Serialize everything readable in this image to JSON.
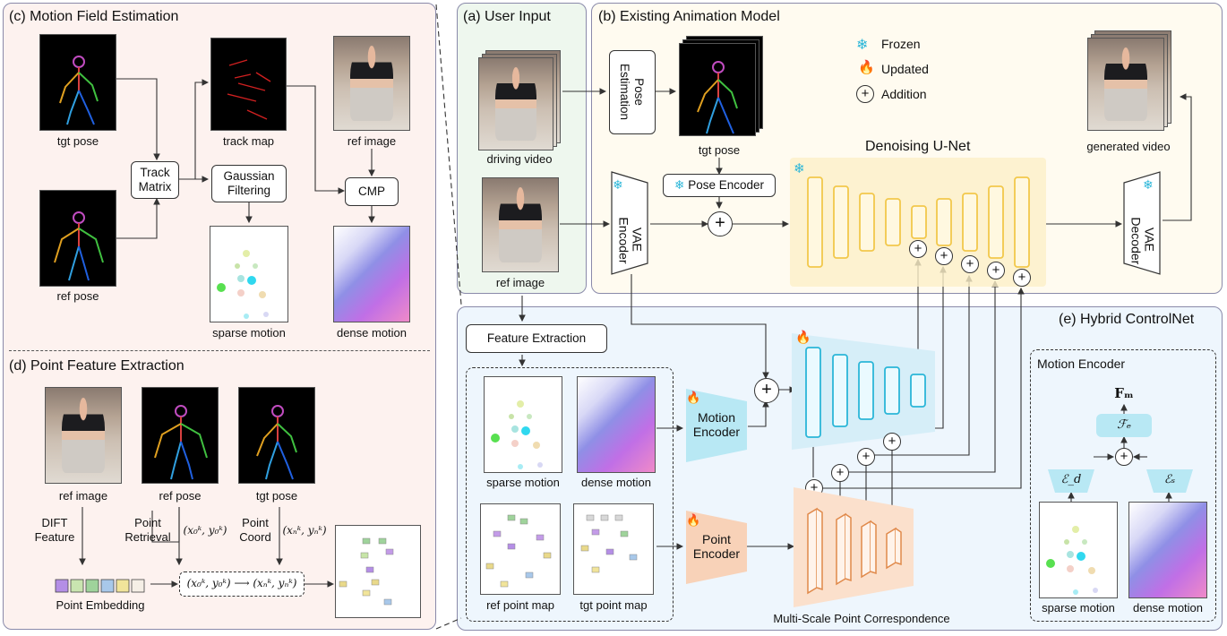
{
  "panels": {
    "c_title": "(c) Motion Field Estimation",
    "d_title": "(d) Point Feature Extraction",
    "a_title": "(a) User Input",
    "b_title": "(b) Existing Animation Model",
    "e_title": "(e) Hybrid ControlNet"
  },
  "labels": {
    "tgt_pose": "tgt pose",
    "ref_pose": "ref pose",
    "track_map": "track map",
    "ref_image": "ref image",
    "sparse_motion": "sparse motion",
    "dense_motion": "dense motion",
    "driving_video": "driving video",
    "generated_video": "generated video",
    "ref_point_map": "ref point map",
    "tgt_point_map": "tgt point map",
    "point_embedding": "Point Embedding",
    "multi_scale": "Multi-Scale Point Correspondence",
    "denoising_unet": "Denoising U-Net",
    "motion_encoder_title": "Motion Encoder",
    "dift_line1": "DIFT",
    "dift_line2": "Feature",
    "point_retrieval_line1": "Point",
    "point_retrieval_line2": "Retrieval",
    "point_coord_line1": "Point",
    "point_coord_line2": "Coord",
    "x0y0": "(x₀ᵏ, y₀ᵏ)",
    "xnyn": "(xₙᵏ, yₙᵏ)",
    "mapping": "(x₀ᵏ, y₀ᵏ) ⟶ (xₙᵏ, yₙᵏ)",
    "fm": "Fₘ",
    "fe": "ℱₑ",
    "ed": "ℰ_d",
    "es": "ℰₛ"
  },
  "boxes": {
    "track_matrix_1": "Track",
    "track_matrix_2": "Matrix",
    "gaussian_1": "Gaussian",
    "gaussian_2": "Filtering",
    "cmp": "CMP",
    "pose_estimation_1": "Pose",
    "pose_estimation_2": "Estimation",
    "pose_encoder": "Pose Encoder",
    "vae_encoder_1": "VAE",
    "vae_encoder_2": "Encoder",
    "vae_decoder_1": "VAE",
    "vae_decoder_2": "Decoder",
    "feature_extraction": "Feature Extraction",
    "motion_encoder_1": "Motion",
    "motion_encoder_2": "Encoder",
    "point_encoder_1": "Point",
    "point_encoder_2": "Encoder"
  },
  "legend": {
    "frozen": "Frozen",
    "updated": "Updated",
    "addition": "Addition"
  },
  "colors": {
    "left_panel_bg": "#fdf2ef",
    "user_input_bg": "#eef7ee",
    "animation_bg": "#fffbf0",
    "controlnet_bg": "#eef6fd",
    "unet_yellow": "#f2c84b",
    "cyan": "#2bb6d8",
    "orange": "#e0894a"
  }
}
